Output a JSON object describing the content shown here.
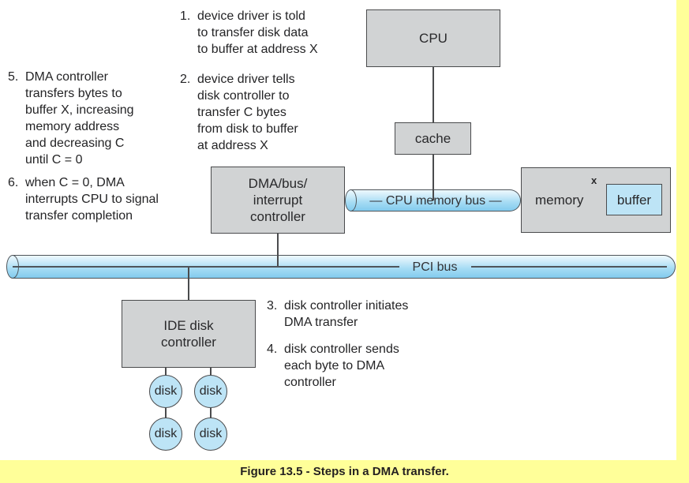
{
  "figure": {
    "caption": "Figure 13.5 - Steps in a DMA transfer."
  },
  "colors": {
    "box_gray": "#d1d3d4",
    "border_dark": "#4a4b4d",
    "bus_blue": "#a6dcf4",
    "disk_blue": "#bde4f6",
    "highlight_yellow": "#ffff99",
    "text": "#27282a"
  },
  "boxes": {
    "cpu": "CPU",
    "cache": "cache",
    "dma_lines": [
      "DMA/bus/",
      "interrupt",
      "controller"
    ],
    "memory_label": "memory",
    "memory_sup": "x",
    "buffer_label": "buffer",
    "ide_lines": [
      "IDE disk",
      "controller"
    ]
  },
  "buses": {
    "cpu_memory_label": "— CPU memory bus —",
    "pci_label": "PCI bus"
  },
  "disks": [
    "disk",
    "disk",
    "disk",
    "disk"
  ],
  "notes": [
    {
      "num": "1.",
      "lines": [
        "device driver is told",
        "to transfer disk data",
        "to buffer at address X"
      ]
    },
    {
      "num": "2.",
      "lines": [
        "device driver tells",
        "disk controller to",
        "transfer C bytes",
        "from disk to buffer",
        "at address X"
      ]
    },
    {
      "num": "3.",
      "lines": [
        "disk controller initiates",
        "DMA transfer"
      ]
    },
    {
      "num": "4.",
      "lines": [
        "disk controller sends",
        "each byte to DMA",
        "controller"
      ]
    },
    {
      "num": "5.",
      "lines": [
        "DMA controller",
        "transfers bytes to",
        "buffer X, increasing",
        "memory address",
        "and decreasing C",
        "until C = 0"
      ]
    },
    {
      "num": "6.",
      "lines": [
        "when C = 0, DMA",
        "interrupts CPU to signal",
        "transfer completion"
      ]
    }
  ]
}
